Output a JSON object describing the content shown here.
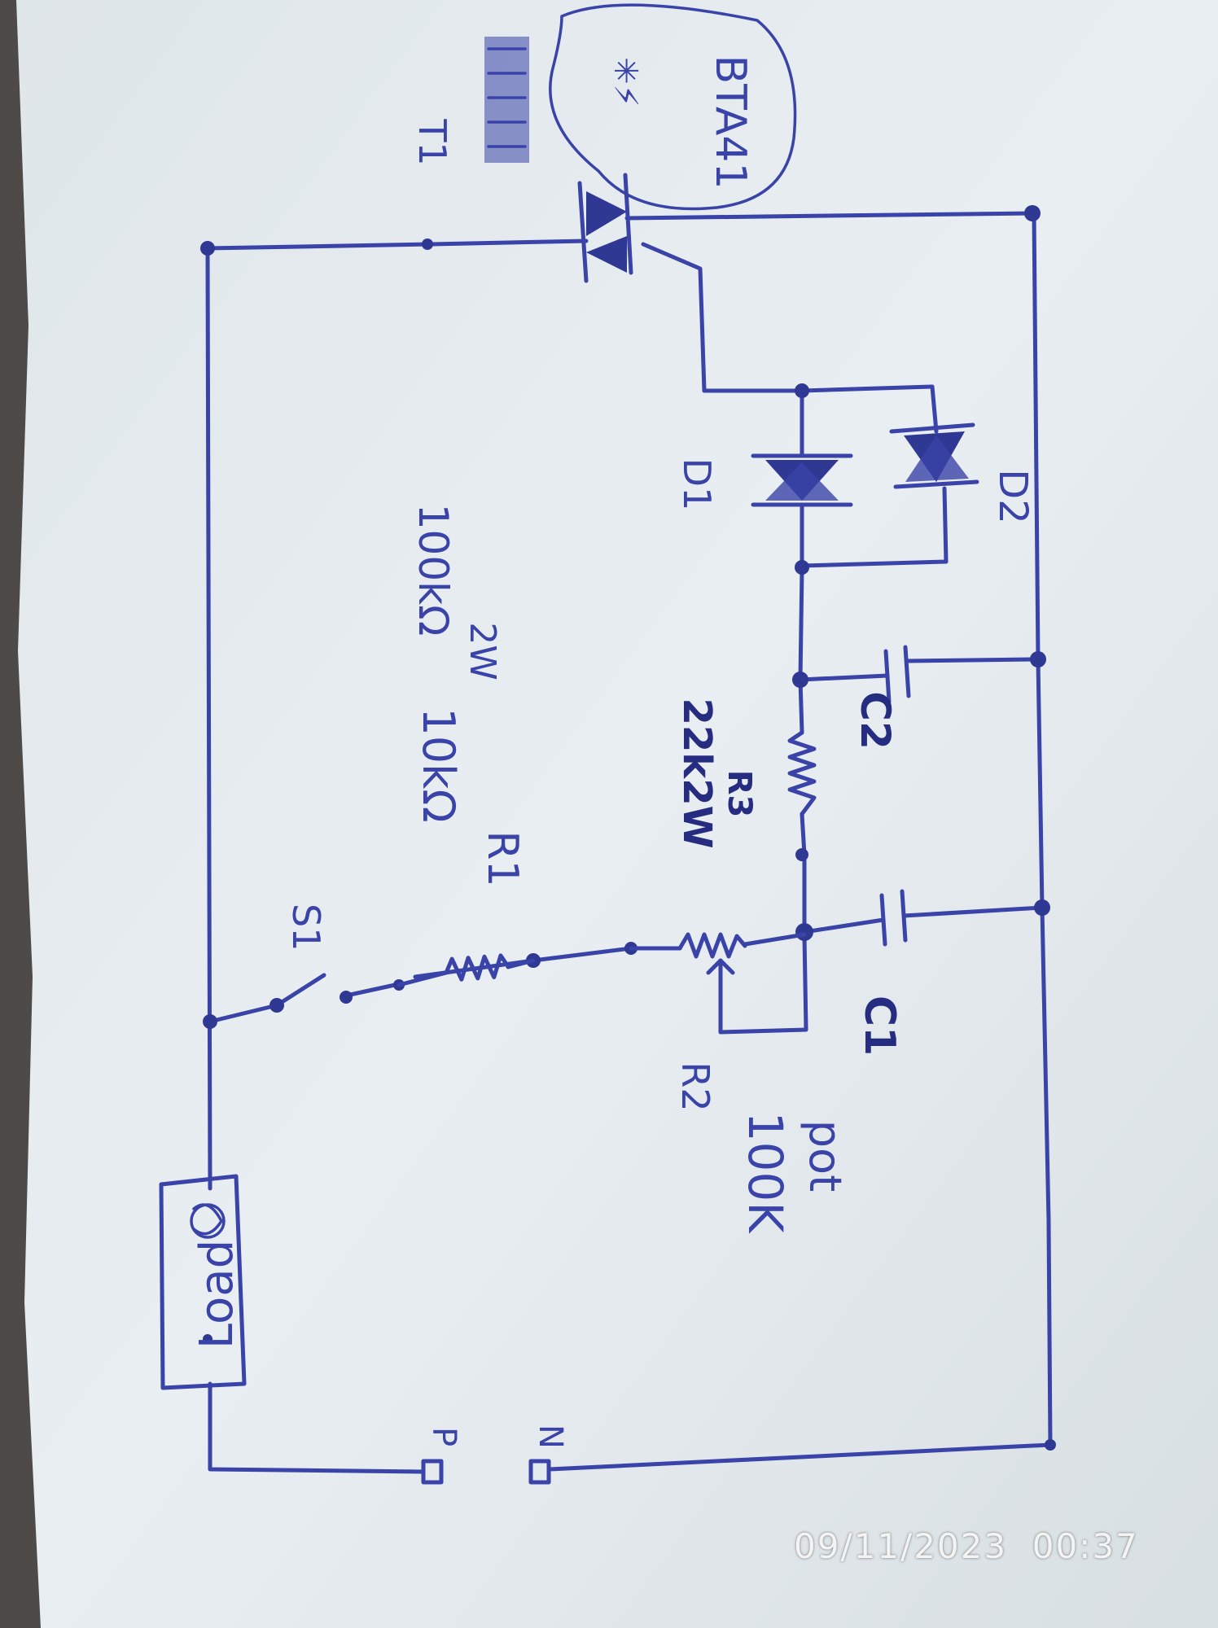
{
  "labels": {
    "load": "Load",
    "switch": "S1",
    "r1_name": "R1",
    "r1_value": "10kΩ",
    "r1_alt_value": "100kΩ",
    "r1_power": "2W",
    "r2_name": "R2",
    "r2_value": "100K",
    "r2_type": "pot",
    "r3_value": "22k2W",
    "r3_name": "R3",
    "c1": "C1",
    "c2": "C2",
    "d1": "D1",
    "d2": "D2",
    "triac_name": "T1",
    "triac_part": "BTA41",
    "phase": "P",
    "neutral": "N"
  },
  "timestamp": "09/11/2023  00:37",
  "colors": {
    "ink": "#3a43a8",
    "paper": "#e6ecf0",
    "background": "#4a4744"
  }
}
